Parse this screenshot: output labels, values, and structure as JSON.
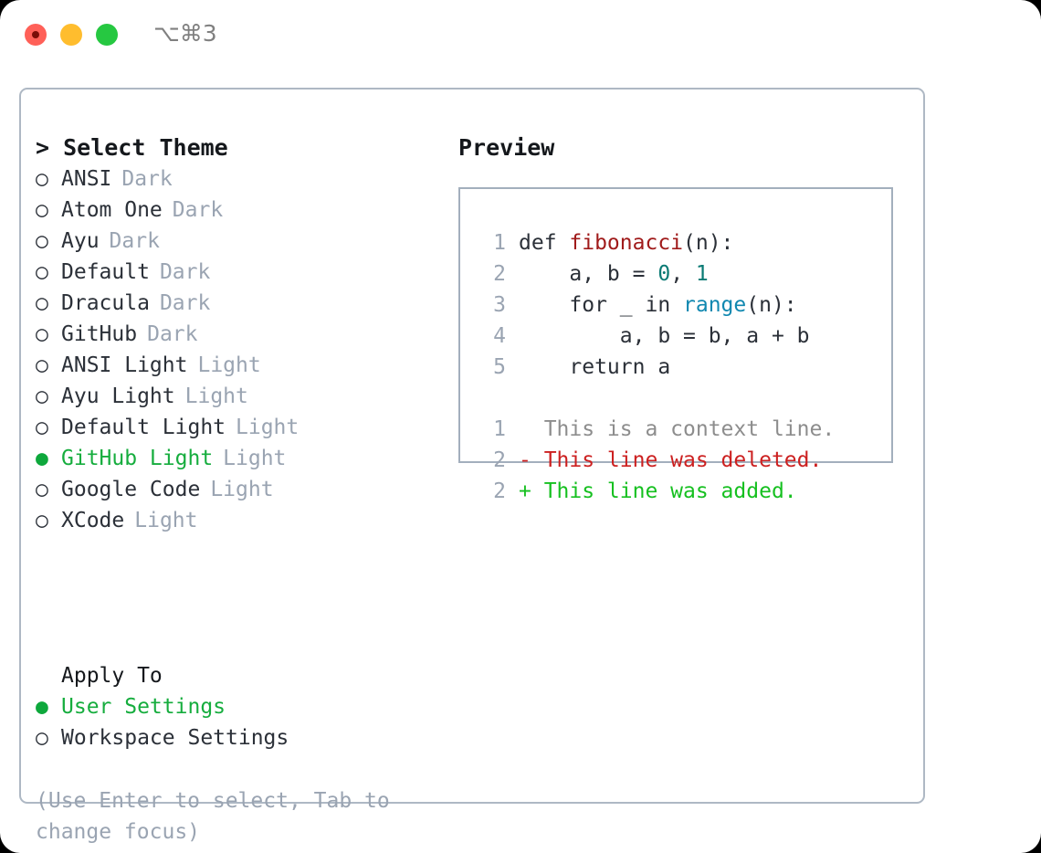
{
  "window": {
    "shortcut": "⌥⌘3",
    "traffic_lights": [
      "close",
      "minimize",
      "zoom"
    ]
  },
  "theme_panel": {
    "heading": "> Select Theme",
    "marker_unselected": "○",
    "marker_selected": "●",
    "items": [
      {
        "name": "ANSI",
        "kind": "Dark",
        "selected": false
      },
      {
        "name": "Atom One",
        "kind": "Dark",
        "selected": false
      },
      {
        "name": "Ayu",
        "kind": "Dark",
        "selected": false
      },
      {
        "name": "Default",
        "kind": "Dark",
        "selected": false
      },
      {
        "name": "Dracula",
        "kind": "Dark",
        "selected": false
      },
      {
        "name": "GitHub",
        "kind": "Dark",
        "selected": false
      },
      {
        "name": "ANSI Light",
        "kind": "Light",
        "selected": false
      },
      {
        "name": "Ayu Light",
        "kind": "Light",
        "selected": false
      },
      {
        "name": "Default Light",
        "kind": "Light",
        "selected": false
      },
      {
        "name": "GitHub Light",
        "kind": "Light",
        "selected": true
      },
      {
        "name": "Google Code",
        "kind": "Light",
        "selected": false
      },
      {
        "name": "XCode",
        "kind": "Light",
        "selected": false
      }
    ]
  },
  "apply_to": {
    "heading": "Apply To",
    "options": [
      {
        "label": "User Settings",
        "selected": true
      },
      {
        "label": "Workspace Settings",
        "selected": false
      }
    ]
  },
  "hint": "(Use Enter to select, Tab to change focus)",
  "preview": {
    "heading": "Preview",
    "code_lines": [
      {
        "no": "1",
        "tokens": [
          {
            "t": "def ",
            "c": "tok-plain"
          },
          {
            "t": "fibonacci",
            "c": "tok-fn"
          },
          {
            "t": "(n):",
            "c": "tok-plain"
          }
        ]
      },
      {
        "no": "2",
        "tokens": [
          {
            "t": "    a, b = ",
            "c": "tok-plain"
          },
          {
            "t": "0",
            "c": "tok-num"
          },
          {
            "t": ", ",
            "c": "tok-plain"
          },
          {
            "t": "1",
            "c": "tok-num"
          }
        ]
      },
      {
        "no": "3",
        "tokens": [
          {
            "t": "    for _ in ",
            "c": "tok-plain"
          },
          {
            "t": "range",
            "c": "tok-call"
          },
          {
            "t": "(n):",
            "c": "tok-plain"
          }
        ]
      },
      {
        "no": "4",
        "tokens": [
          {
            "t": "        a, b = b, a + b",
            "c": "tok-plain"
          }
        ]
      },
      {
        "no": "5",
        "tokens": [
          {
            "t": "    return a",
            "c": "tok-plain"
          }
        ]
      }
    ],
    "diff_lines": [
      {
        "no": "1",
        "text": "  This is a context line.",
        "c": "diff-ctx"
      },
      {
        "no": "2",
        "text": "- This line was deleted.",
        "c": "diff-del"
      },
      {
        "no": "2",
        "text": "+ This line was added.",
        "c": "diff-add"
      }
    ]
  },
  "colors": {
    "accent_green": "#16ad3e",
    "border": "#aeb8c4",
    "muted": "#9aa4b2",
    "text": "#2b3038",
    "diff_add": "#16c020",
    "diff_del": "#cc2020",
    "fn": "#a01b1b",
    "num": "#0a7a74",
    "call": "#1188b0"
  }
}
